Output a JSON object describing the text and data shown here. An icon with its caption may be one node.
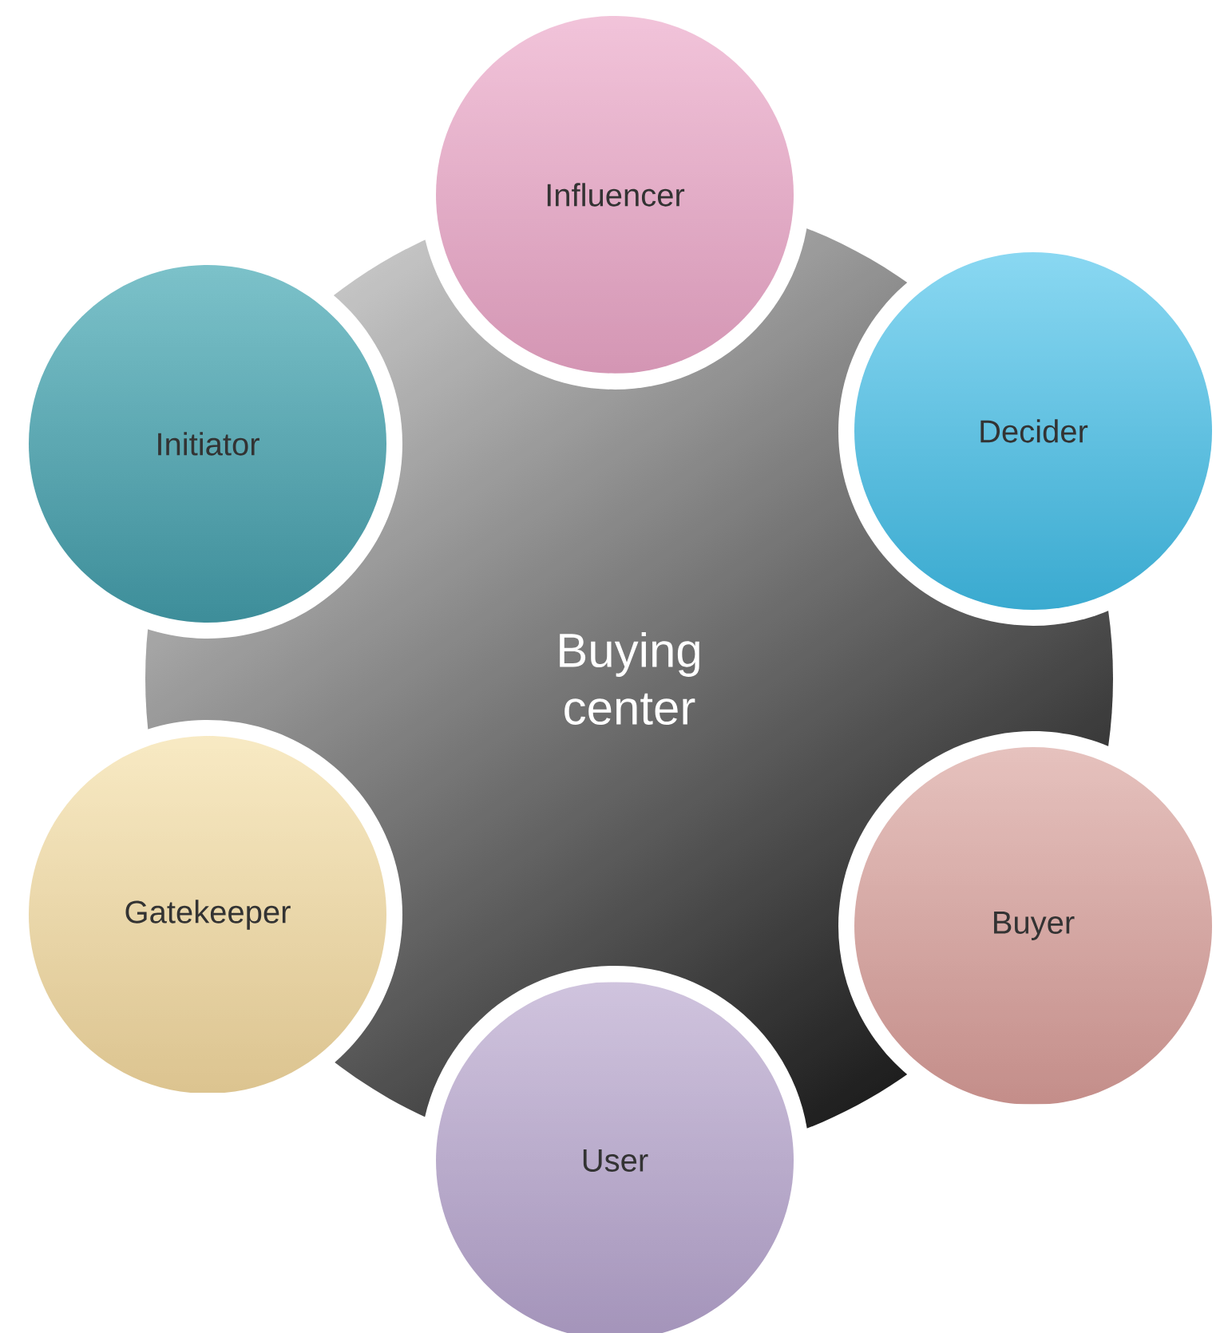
{
  "diagram": {
    "nodes": [
      {
        "text": [
          "Influencer"
        ]
      },
      {
        "text": [
          "Initiator"
        ]
      },
      {
        "text": [
          "Decider"
        ]
      },
      {
        "text": [
          "Buying center"
        ]
      },
      {
        "text": [
          "Gatekeeper"
        ]
      },
      {
        "text": [
          "Buyer"
        ]
      },
      {
        "text": [
          "User"
        ]
      }
    ]
  }
}
